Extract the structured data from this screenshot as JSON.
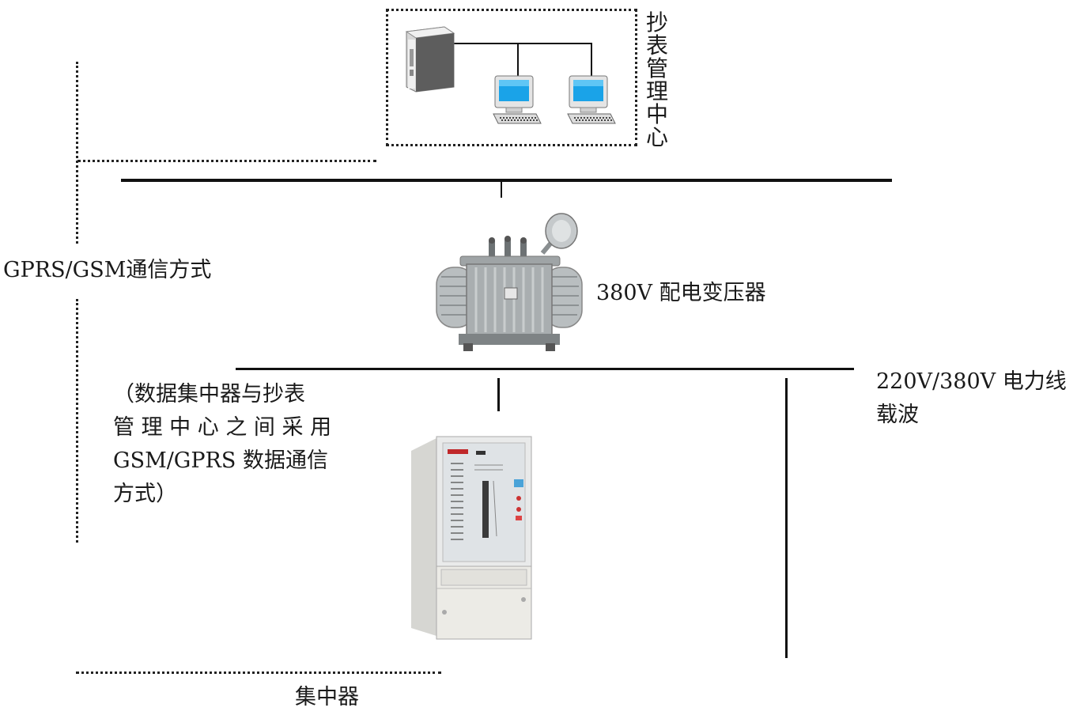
{
  "labels": {
    "center_title": "抄表管理中心",
    "gprs_gsm": "GPRS/GSM通信方式",
    "transformer": "380V 配电变压器",
    "powerline_1": "220V/380V 电力线",
    "powerline_2": "载波",
    "note_lines": [
      "（数据集中器与抄表",
      "管 理 中 心 之 间 采 用",
      "GSM/GPRS 数据通信",
      "方式）"
    ],
    "concentrator": "集中器"
  },
  "colors": {
    "line": "#111111",
    "screen": "#1aa3e8",
    "device_body": "#e8e8e6",
    "transformer_body": "#a9aeb0"
  },
  "icons": [
    "server-icon",
    "computer-icon",
    "transformer-icon",
    "concentrator-device-icon"
  ]
}
